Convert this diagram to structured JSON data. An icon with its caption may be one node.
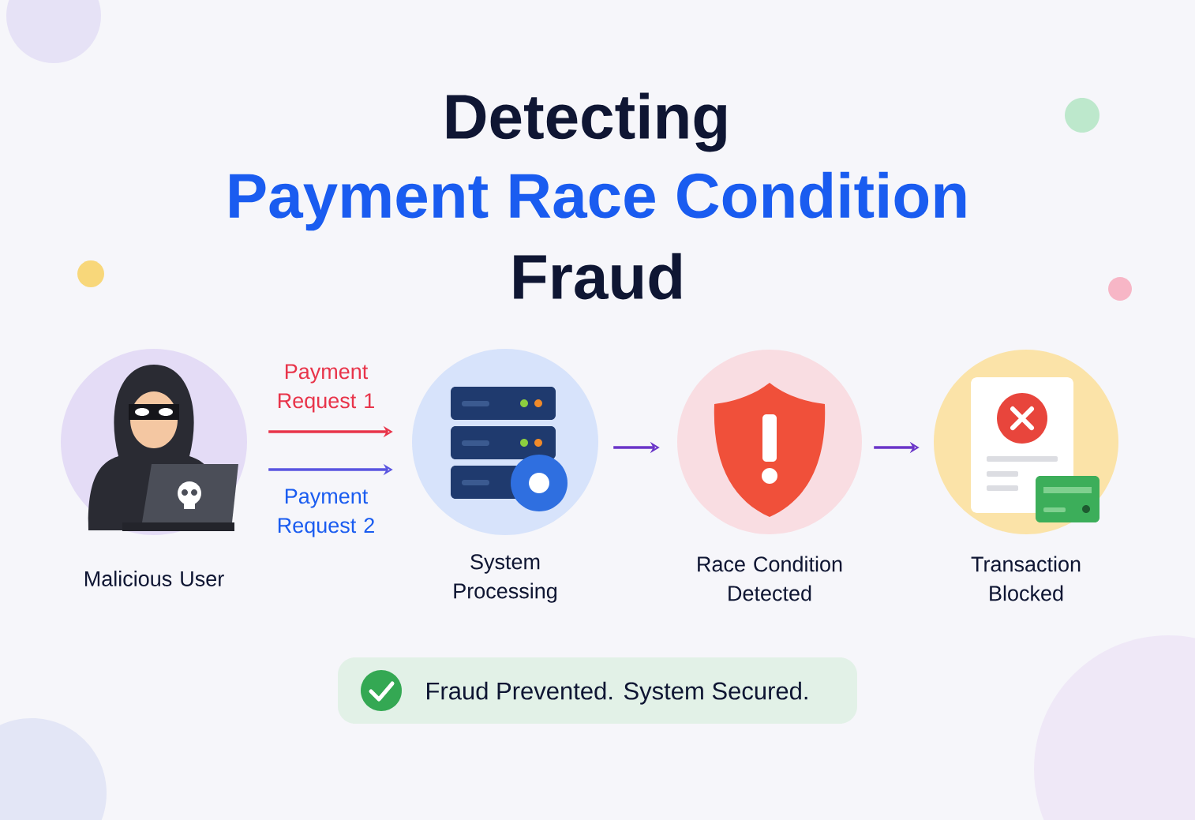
{
  "diagram": {
    "nodes": [
      {
        "text": [
          "Malicious User"
        ]
      },
      {
        "text": [
          "System Processing"
        ]
      },
      {
        "text": [
          "Race Condition Detected"
        ]
      },
      {
        "text": [
          "Transaction Blocked"
        ]
      },
      {
        "text": [
          "Fraud Prevented. System Secured."
        ]
      }
    ],
    "edges": [
      {
        "from": 0,
        "to": 1,
        "arrow": "to",
        "label": "Payment Request 1",
        "color": "#e8344a"
      },
      {
        "from": 0,
        "to": 1,
        "arrow": "to",
        "label": "Payment Request 2",
        "color": "#5a55e0"
      },
      {
        "from": 1,
        "to": 2,
        "arrow": "to"
      },
      {
        "from": 2,
        "to": 3,
        "arrow": "to"
      }
    ],
    "labels": [
      "Detecting",
      "Payment Race Condition",
      "Fraud"
    ]
  }
}
